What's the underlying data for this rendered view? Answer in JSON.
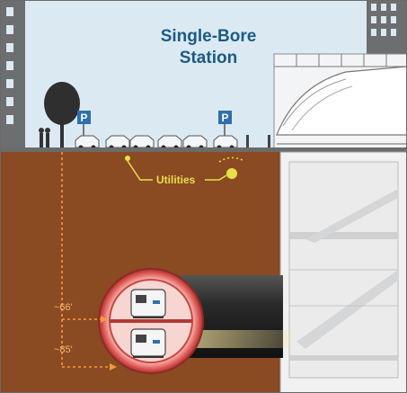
{
  "title": {
    "line1": "Single-Bore",
    "line2": "Station"
  },
  "parking_signs": [
    {
      "label": "P"
    },
    {
      "label": "P"
    }
  ],
  "utilities_label": "Utilities",
  "depth_markers": [
    {
      "label": "~66'"
    },
    {
      "label": "~85'"
    }
  ],
  "colors": {
    "sky": "#d9eaf3",
    "soil": "#8a4a22",
    "title": "#1c5a86",
    "utilities": "#e8e04a",
    "depth_marker": "#f39b3b",
    "parking": "#2f6fae",
    "tunnel_ring": "#d9534f",
    "station": "#f2f2f2"
  }
}
